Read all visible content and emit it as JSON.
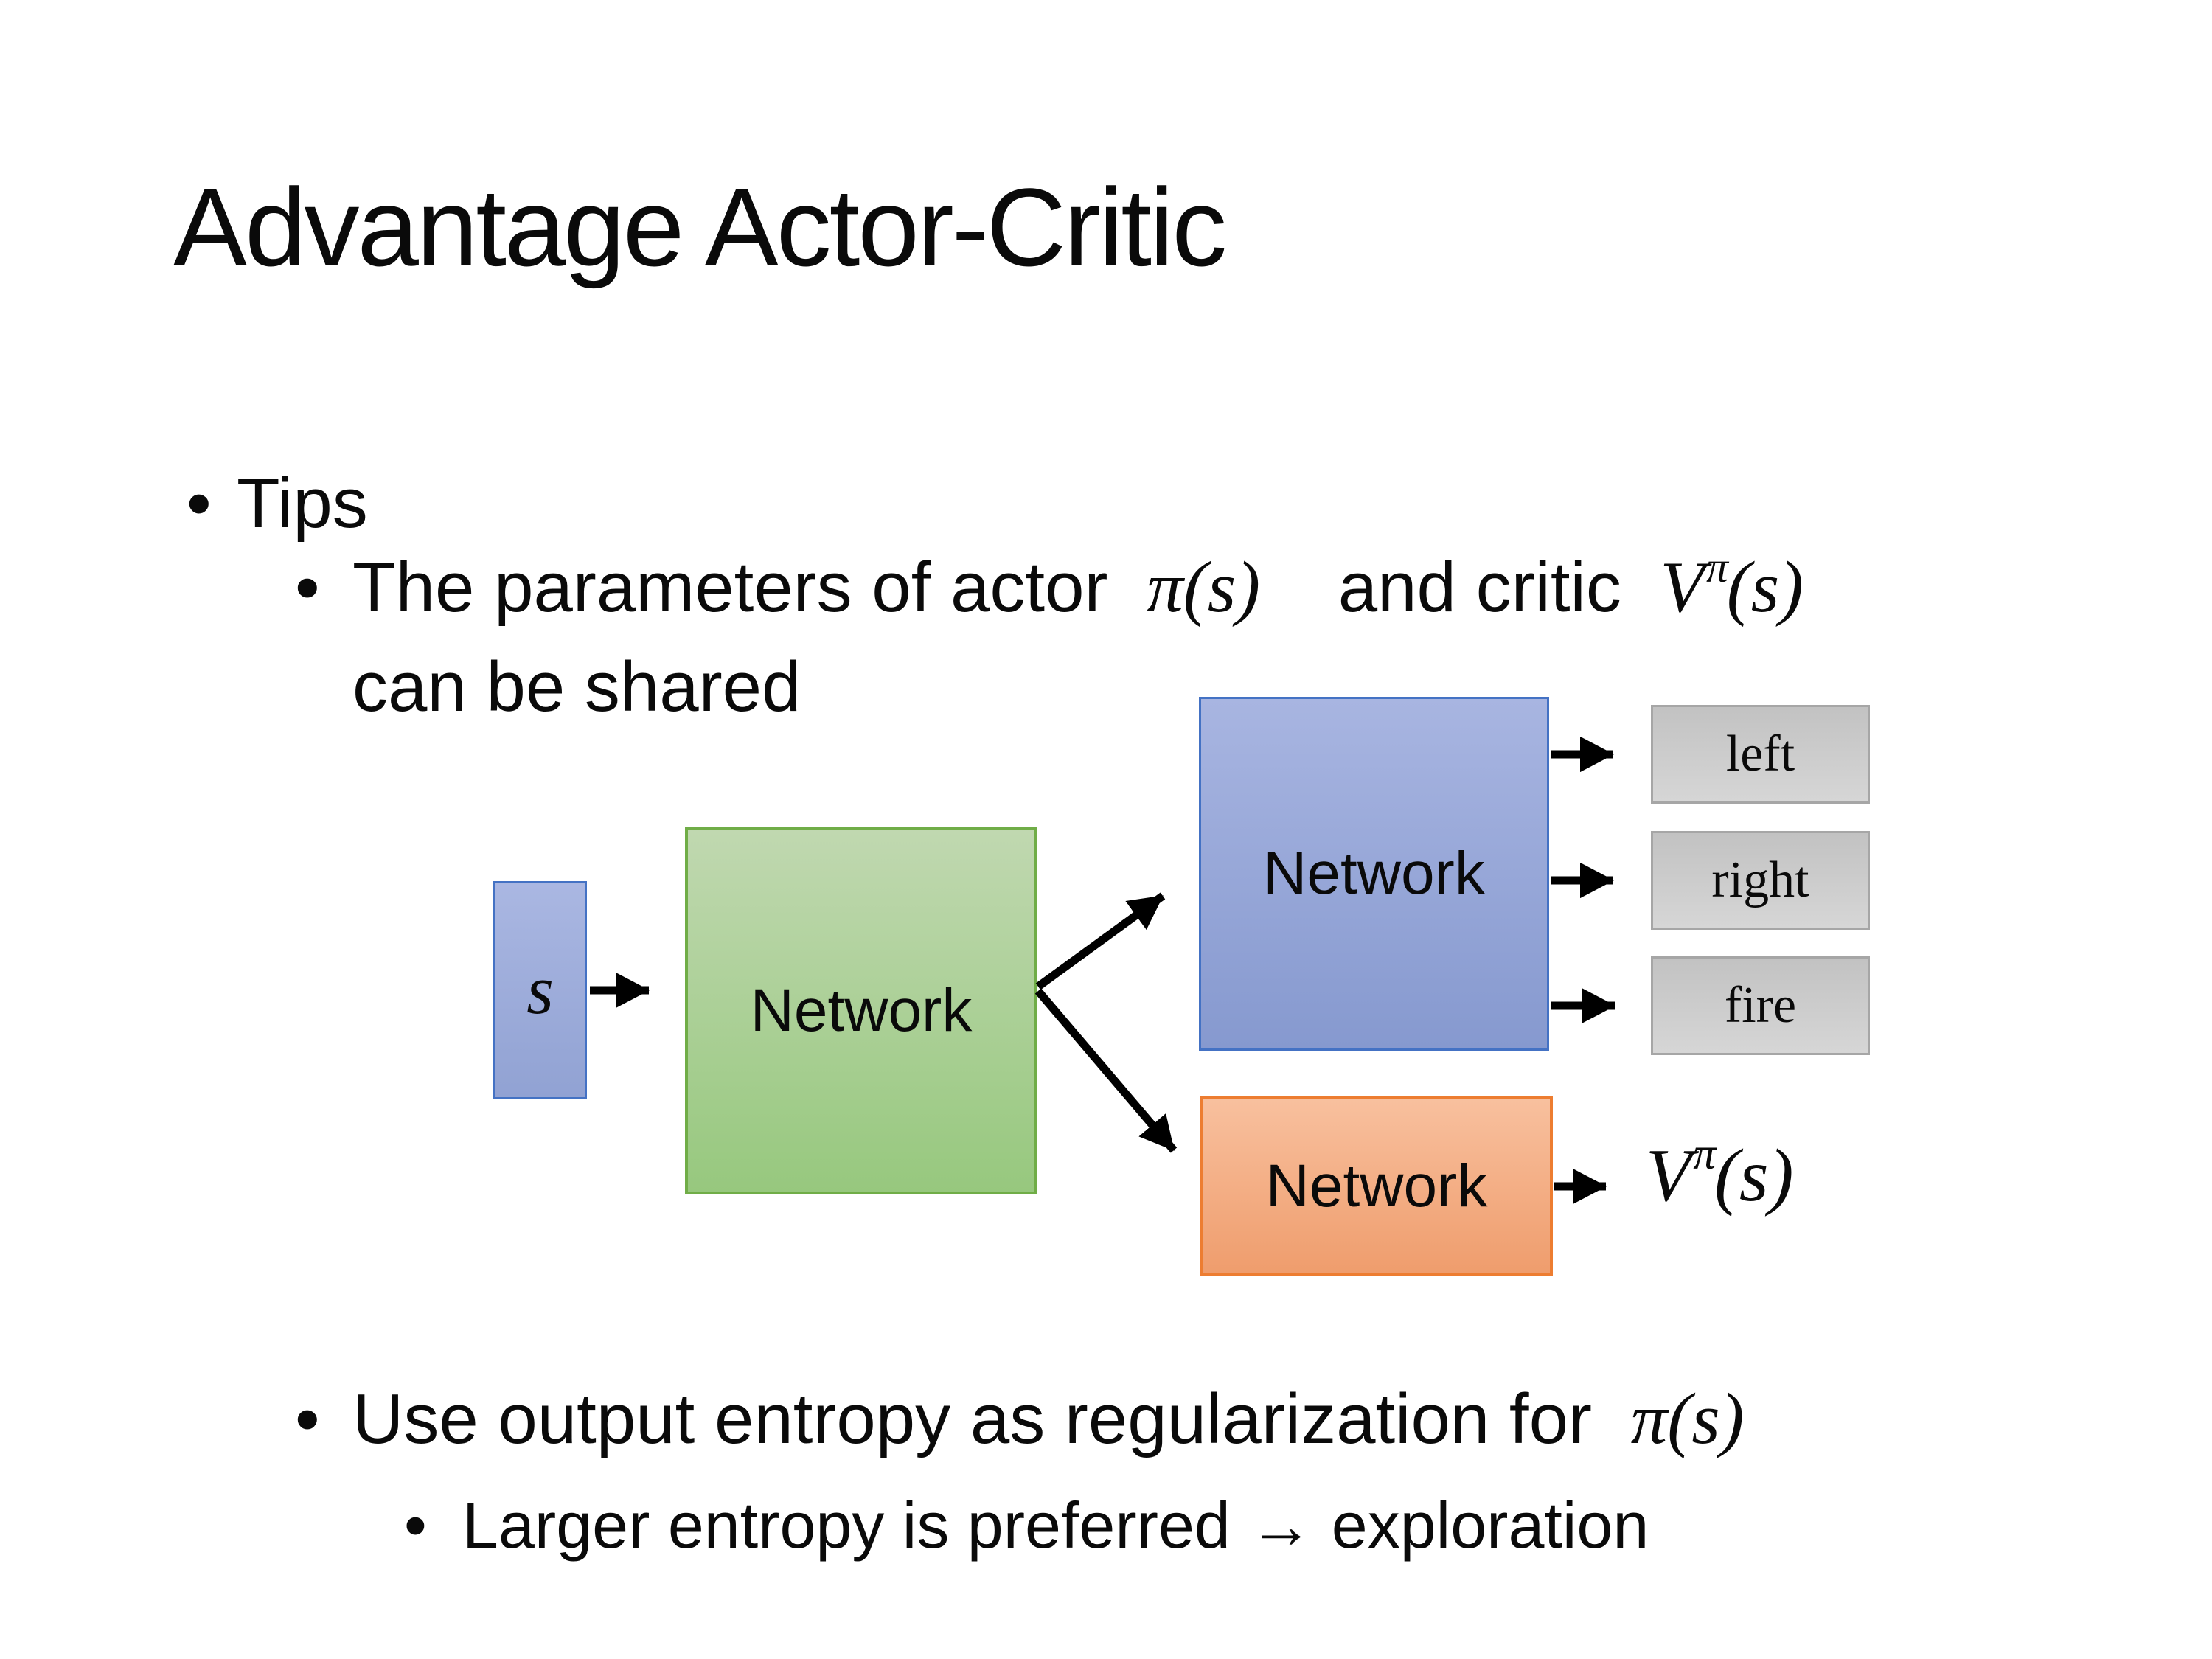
{
  "slide": {
    "title": "Advantage Actor-Critic",
    "bullet_char": "•",
    "tips": "Tips",
    "shared_bullet": {
      "pre": "The parameters of actor",
      "actor_math": "π(s)",
      "mid": "and critic",
      "critic_base": "V",
      "critic_sup": "π",
      "critic_args": "(s)",
      "line2": "can be shared"
    },
    "entropy_bullet": {
      "pre": "Use output entropy as regularization for",
      "math": "π(s)"
    },
    "exploration_bullet": "Larger entropy is preferred → exploration"
  },
  "diagram": {
    "state_label": "s",
    "shared_network": "Network",
    "actor_network": "Network",
    "critic_network": "Network",
    "actions": [
      "left",
      "right",
      "fire"
    ],
    "value_base": "V",
    "value_sup": "π",
    "value_args": "(s)",
    "colors": {
      "state_fill": "#9FAFDC",
      "state_border": "#4472C4",
      "shared_fill": "#A9D18E",
      "shared_border": "#70AD47",
      "actor_fill": "#8FAADC",
      "actor_border": "#4472C4",
      "critic_fill": "#F4B183",
      "critic_border": "#ED7D31",
      "action_fill": "#CBCBCB",
      "action_border": "#A6A6A6",
      "arrow": "#000000"
    }
  }
}
